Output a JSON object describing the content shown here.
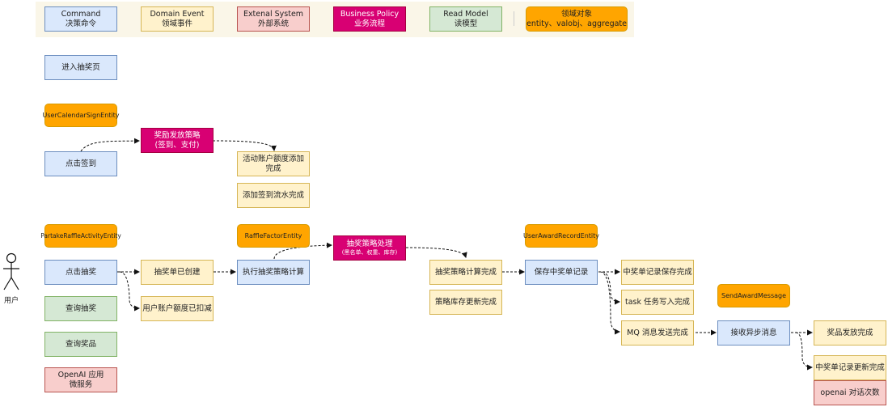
{
  "legend": {
    "command": [
      "Command",
      "决策命令"
    ],
    "domain_event": [
      "Domain Event",
      "领域事件"
    ],
    "external_system": [
      "Extenal System",
      "外部系统"
    ],
    "business_policy": [
      "Business Policy",
      "业务流程"
    ],
    "read_model": [
      "Read Model",
      "读模型"
    ],
    "domain_object": [
      "领域对象",
      "entity、valobj、aggregate"
    ]
  },
  "actor": {
    "label": "用户"
  },
  "commands": {
    "enter_raffle_page": "进入抽奖页",
    "click_sign_in": "点击签到",
    "click_raffle": "点击抽奖",
    "execute_raffle_strategy": "执行抽奖策略计算",
    "save_award_record": "保存中奖单记录",
    "receive_async_message": "接收异步消息"
  },
  "entities": {
    "user_calendar_sign": "UserCalendarSignEntity",
    "partake_raffle_activity": "PartakeRaffleActivityEntity",
    "raffle_factor": "RaffleFactorEntity",
    "user_award_record": "UserAwardRecordEntity",
    "send_award_message": "SendAwardMessage"
  },
  "policies": {
    "rebate_policy": [
      "奖励发放策略",
      "(签到、支付)"
    ],
    "raffle_policy": [
      "抽奖策略处理",
      "(黑名单、权重、库存)"
    ]
  },
  "events": {
    "account_quota_added": "活动账户额度添加完成",
    "sign_in_flow_added": "添加签到流水完成",
    "raffle_order_created": "抽奖单已创建",
    "account_quota_deducted": "用户账户额度已扣减",
    "strategy_compute_done": "抽奖策略计算完成",
    "strategy_stock_updated": "策略库存更新完成",
    "award_record_saved": "中奖单记录保存完成",
    "task_written": "task 任务写入完成",
    "mq_sent": "MQ 消息发送完成",
    "award_delivered": "奖品发放完成",
    "award_record_updated": "中奖单记录更新完成"
  },
  "read_models": {
    "query_raffle": "查询抽奖",
    "query_award": "查询奖品"
  },
  "external": {
    "openai_service": [
      "OpenAI 应用",
      "微服务"
    ],
    "openai_dialog_count": "openai 对话次数"
  },
  "colors": {
    "command_fill": "#dae8fc",
    "event_fill": "#fff2cc",
    "external_fill": "#f8cecc",
    "policy_fill": "#d80073",
    "read_model_fill": "#d5e8d4",
    "entity_fill": "#ffa500"
  }
}
